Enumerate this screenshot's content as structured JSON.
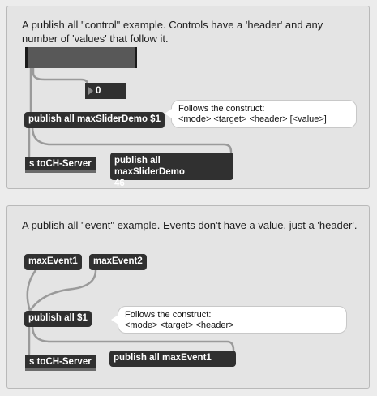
{
  "control_panel": {
    "description": "A publish all \"control\" example. Controls have a 'header' and any number of 'values' that follow it.",
    "number_box_value": "0",
    "publish_message": "publish all maxSliderDemo $1",
    "comment_line1": "Follows the construct:",
    "comment_line2": "<mode> <target> <header> [<value>]",
    "send_object": "s toCH-Server",
    "result_message_line1": "publish all maxSliderDemo",
    "result_message_line2": "46"
  },
  "event_panel": {
    "description": "A publish all \"event\" example. Events don't have a value, just a 'header'.",
    "event1_message": "maxEvent1",
    "event2_message": "maxEvent2",
    "publish_message": "publish all $1",
    "comment_line1": "Follows the construct:",
    "comment_line2": "<mode> <target> <header>",
    "send_object": "s toCH-Server",
    "result_message": "publish all maxEvent1"
  }
}
